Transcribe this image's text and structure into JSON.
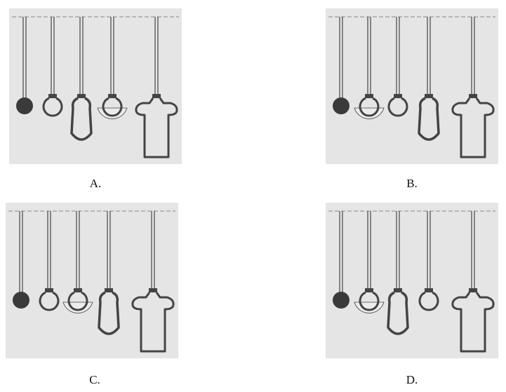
{
  "options": [
    {
      "id": "A",
      "label": "A.",
      "order": [
        "disk",
        "ring",
        "u-shape",
        "ring-partial",
        "bell"
      ]
    },
    {
      "id": "B",
      "label": "B.",
      "order": [
        "disk",
        "ring-partial",
        "ring",
        "u-shape",
        "bell"
      ]
    },
    {
      "id": "C",
      "label": "C.",
      "order": [
        "disk",
        "ring",
        "ring-partial",
        "u-shape",
        "bell"
      ]
    },
    {
      "id": "D",
      "label": "D.",
      "order": [
        "disk",
        "ring-partial",
        "u-shape",
        "ring",
        "bell"
      ]
    }
  ],
  "colors": {
    "panel": "#e5e5e5",
    "ink": "#444444",
    "disk": "#3a3a3a",
    "fill_light": "#ececec"
  }
}
